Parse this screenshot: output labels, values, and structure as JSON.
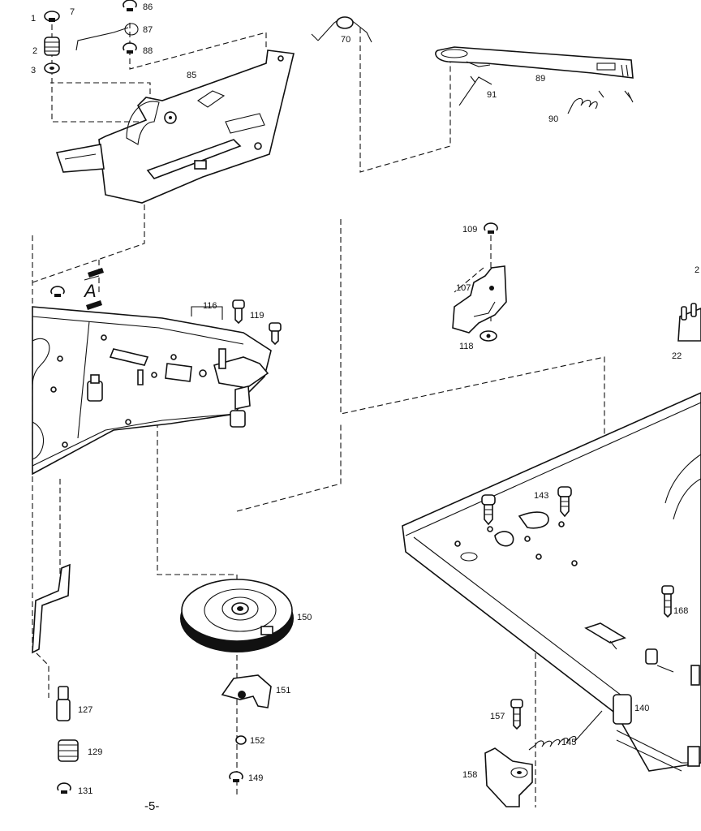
{
  "labels": {
    "p1": "1",
    "p7": "7",
    "p86": "86",
    "p2": "2",
    "p87": "87",
    "p3": "3",
    "p88": "88",
    "p70": "70",
    "p85": "85",
    "p89": "89",
    "p91": "91",
    "p90": "90",
    "p109": "109",
    "p107": "107",
    "p118": "118",
    "p22": "22",
    "pA": "A",
    "p116": "116",
    "p119": "119",
    "p143": "143",
    "p150": "150",
    "p168": "168",
    "p151": "151",
    "p127": "127",
    "p157": "157",
    "p140": "140",
    "p145": "145",
    "p129": "129",
    "p152": "152",
    "p158": "158",
    "p131": "131",
    "p149": "149"
  },
  "page_number": "-5-"
}
